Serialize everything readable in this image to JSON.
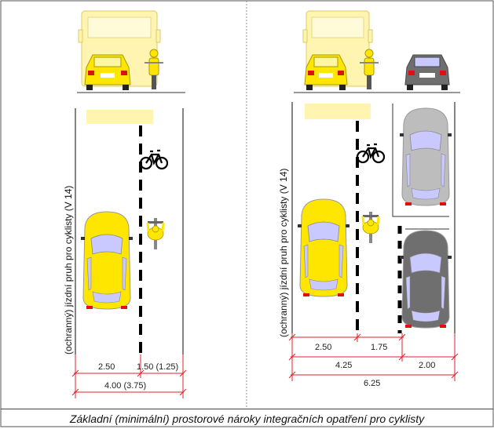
{
  "left_panel": {
    "lane_label": "(ochranný) jízdní pruh pro cyklisty (V 14)",
    "dim_car": "2.50",
    "dim_bike": "1.50 (1.25)",
    "dim_total": "4.00 (3.75)"
  },
  "right_panel": {
    "lane_label": "(ochranný) jízdní pruh pro cyklisty (V 14)",
    "dim_car": "2.50",
    "dim_bike": "1.75",
    "dim_lane": "4.25",
    "dim_parking": "2.00",
    "dim_total": "6.25"
  },
  "caption": "Základní (minimální) prostorové nároky integračních opatření pro cyklisty",
  "colors": {
    "car_yellow": "#ffe600",
    "bus_pale": "#fff4b0",
    "glass": "#c9c9ff",
    "parked_light": "#bdbdbd",
    "parked_dark": "#6f6f6f",
    "dimension_red": "#e0202a"
  }
}
